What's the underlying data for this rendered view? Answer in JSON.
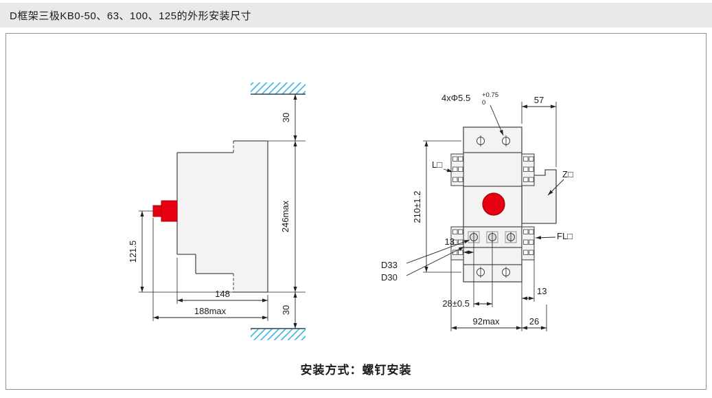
{
  "header": {
    "title": "D框架三极KB0-50、63、100、125的外形安装尺寸"
  },
  "caption": {
    "text": "安装方式：螺钉安装"
  },
  "side_view": {
    "gap_top": "30",
    "total_height": "246max",
    "gap_bottom": "30",
    "button_to_bottom": "121.5",
    "body_depth": "148",
    "total_depth": "188max"
  },
  "front_view": {
    "hole_label": "4xΦ5.5",
    "hole_tol_upper": "+0.75",
    "hole_tol_lower": "0",
    "width_top": "57",
    "terminal_l": "L□",
    "terminal_z": "Z□",
    "terminal_fl": "FL□",
    "mount_height": "210±1.2",
    "offset_left": "13",
    "label_d33": "D33",
    "label_d30": "D30",
    "terminal_pitch": "28±0.5",
    "body_width": "92max",
    "side_depth": "26",
    "offset_right": "13"
  },
  "colors": {
    "hatch": "#29abe2",
    "device_fill": "#f3f3f3",
    "outline": "#4a4a4a",
    "accent_red": "#e60012",
    "header_bg": "#e9e9e9"
  }
}
